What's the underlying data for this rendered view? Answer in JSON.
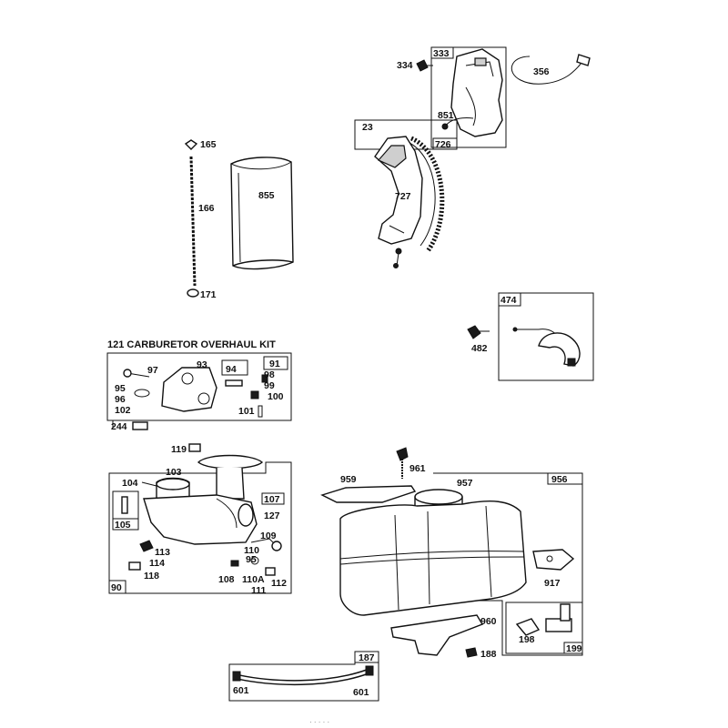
{
  "kit_title": "121 CARBURETOR OVERHAUL KIT",
  "footer_text": "· · · · ·",
  "labels": {
    "p334": "334",
    "p333": "333",
    "p356": "356",
    "p851": "851",
    "p23": "23",
    "p726": "726",
    "p727": "727",
    "p165": "165",
    "p166": "166",
    "p855": "855",
    "p171": "171",
    "p474": "474",
    "p482": "482",
    "p97": "97",
    "p93": "93",
    "p94": "94",
    "p91": "91",
    "p95": "95",
    "p98": "98",
    "p99": "99",
    "p96": "96",
    "p102": "102",
    "p100": "100",
    "p101": "101",
    "p244": "244",
    "p119": "119",
    "p104": "104",
    "p103": "103",
    "p107": "107",
    "p127": "127",
    "p105": "105",
    "p113": "113",
    "p114": "114",
    "p118": "118",
    "p110": "110",
    "p109": "109",
    "p95b": "95",
    "p108": "108",
    "p110a": "110A",
    "p112": "112",
    "p111": "111",
    "p90": "90",
    "p961": "961",
    "p959": "959",
    "p957": "957",
    "p956": "956",
    "p917": "917",
    "p960": "960",
    "p198": "198",
    "p199": "199",
    "p188": "188",
    "p187": "187",
    "p601a": "601",
    "p601b": "601"
  }
}
